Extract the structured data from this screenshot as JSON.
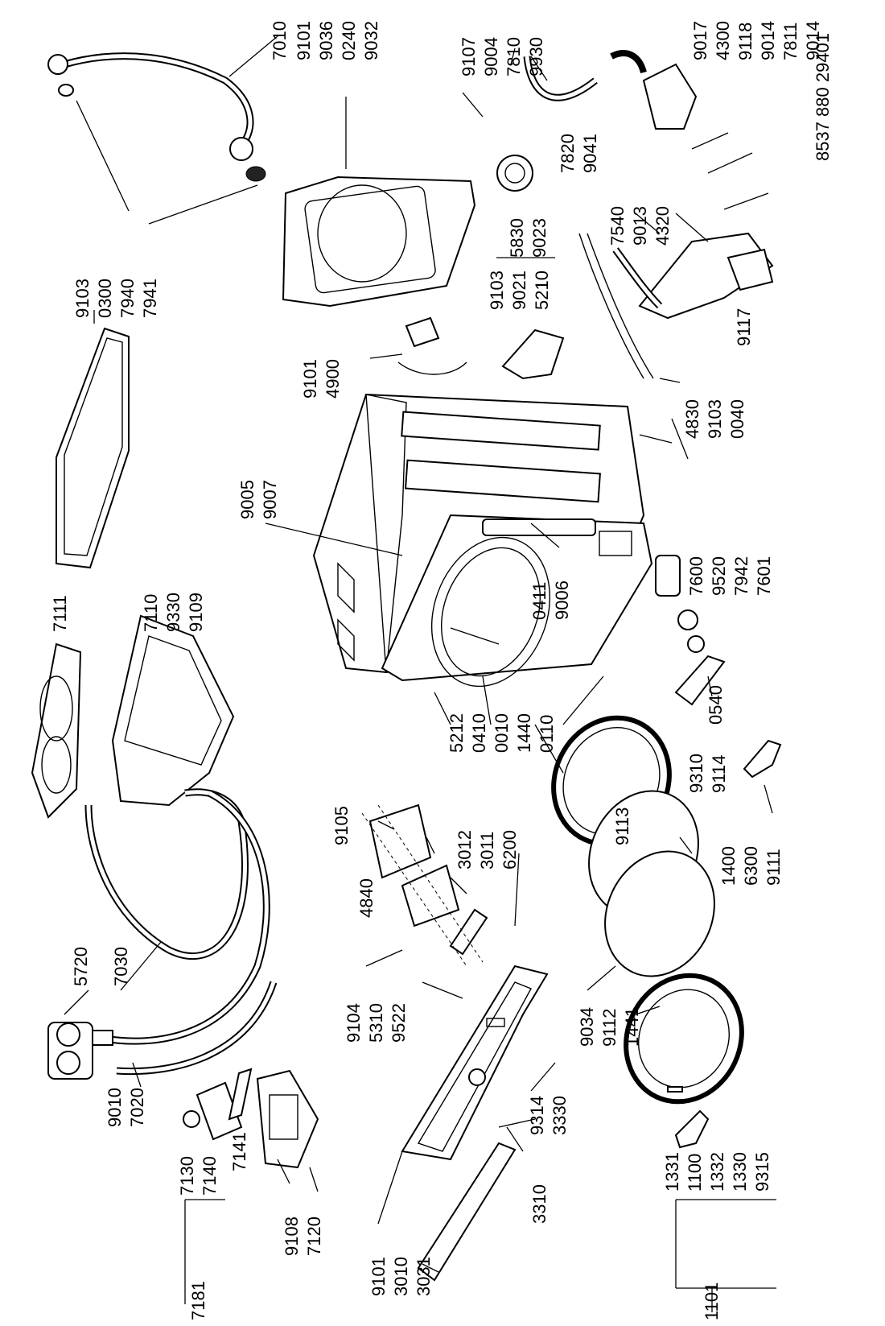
{
  "document_number": "8537 880 29401",
  "callouts": {
    "c7010": "7010",
    "c9101a": "9101",
    "c9036": "9036",
    "c0240": "0240",
    "c9032": "9032",
    "c9107": "9107",
    "c9004": "9004",
    "c7810": "7810",
    "c9930": "9930",
    "c9017": "9017",
    "c4300": "4300",
    "c9118": "9118",
    "c9014a": "9014",
    "c7811": "7811",
    "c9014b": "9014",
    "c7820": "7820",
    "c9041": "9041",
    "c7540": "7540",
    "c9013": "9013",
    "c4320": "4320",
    "c5830": "5830",
    "c9023": "9023",
    "c9103a": "9103",
    "c9021": "9021",
    "c5210": "5210",
    "c9103b": "9103",
    "c0300": "0300",
    "c7940": "7940",
    "c7941": "7941",
    "c9101b": "9101",
    "c4900": "4900",
    "c9117": "9117",
    "c4830": "4830",
    "c9103c": "9103",
    "c0040": "0040",
    "c9005": "9005",
    "c9007": "9007",
    "c7600": "7600",
    "c9520": "9520",
    "c7942": "7942",
    "c7601": "7601",
    "c0411": "0411",
    "c9006": "9006",
    "c7111": "7111",
    "c7110": "7110",
    "c9330": "9330",
    "c9109": "9109",
    "c5212": "5212",
    "c0410": "0410",
    "c0010": "0010",
    "c1440": "1440",
    "c0110": "0110",
    "c0540": "0540",
    "c9310": "9310",
    "c9114": "9114",
    "c9105": "9105",
    "c3012": "3012",
    "c3011": "3011",
    "c6200": "6200",
    "c9113": "9113",
    "c4840": "4840",
    "c1400": "1400",
    "c6300": "6300",
    "c9111": "9111",
    "c5720": "5720",
    "c7030": "7030",
    "c9104": "9104",
    "c5310": "5310",
    "c9522": "9522",
    "c9034": "9034",
    "c9112": "9112",
    "c1441": "1441",
    "c9010": "9010",
    "c7020": "7020",
    "c9314": "9314",
    "c3330": "3330",
    "c7130": "7130",
    "c7140": "7140",
    "c7181": "7181",
    "c7141": "7141",
    "c9108": "9108",
    "c7120": "7120",
    "c9101c": "9101",
    "c3010": "3010",
    "c3031": "3031",
    "c3310": "3310",
    "c1331": "1331",
    "c1100": "1100",
    "c1332": "1332",
    "c1330": "1330",
    "c9315": "9315",
    "c1101": "1101"
  }
}
